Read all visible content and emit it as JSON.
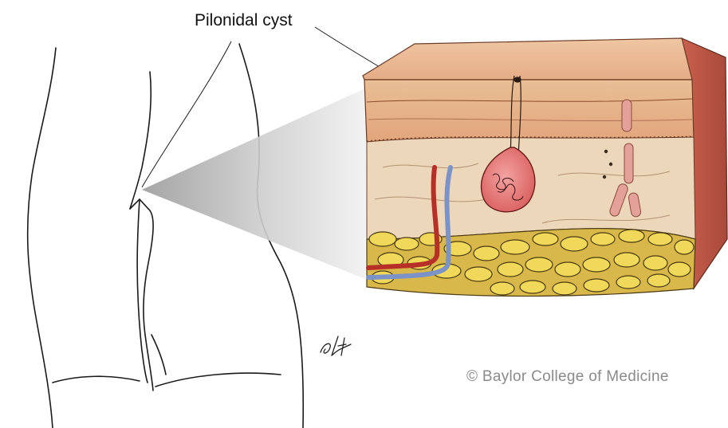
{
  "label": {
    "text": "Pilonidal cyst"
  },
  "credit": {
    "text": "© Baylor College of Medicine"
  },
  "signature": {
    "text": "SH"
  },
  "colors": {
    "skin_top": "#e9b58f",
    "skin_dermis": "#e6c3a2",
    "fat": "#e9cf52",
    "cyst": "#e48584",
    "artery": "#b63027",
    "vein": "#7b93c6",
    "gland": "#e3a19a",
    "body_outline": "#1a1a1a",
    "credit_text": "#8a8a8a"
  }
}
